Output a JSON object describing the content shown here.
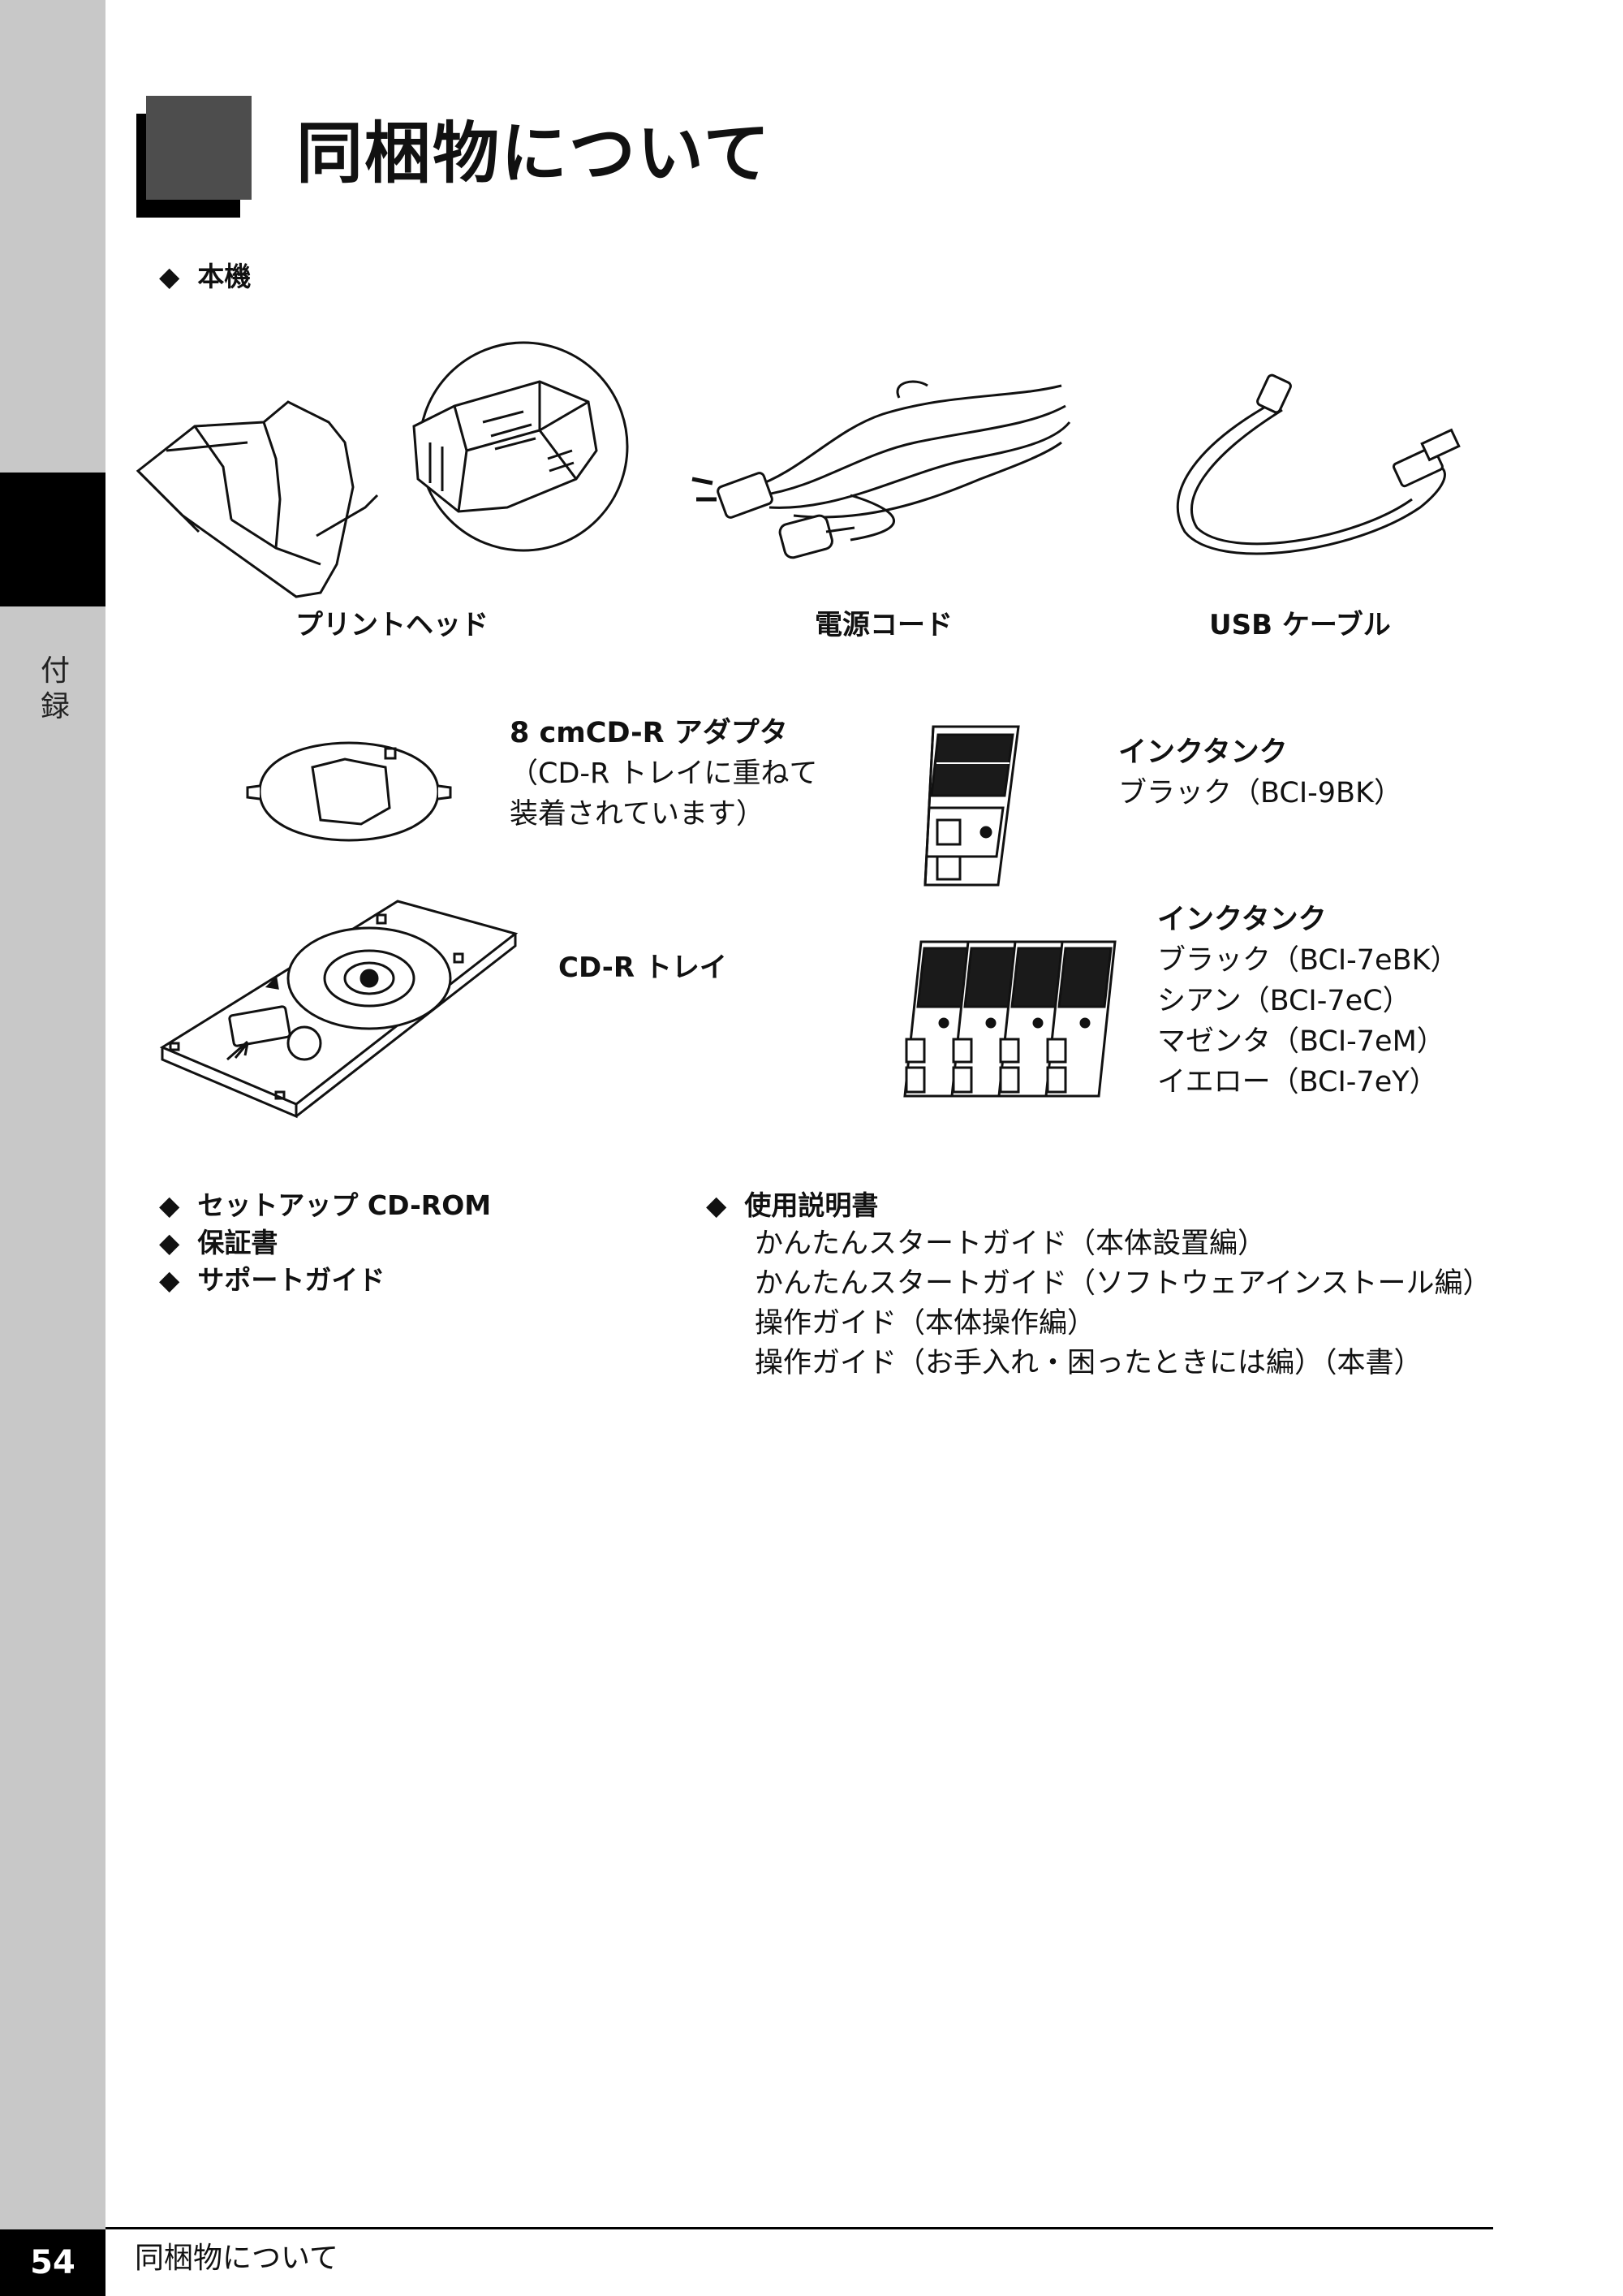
{
  "sidebar": {
    "section_label": "付録"
  },
  "title": "同梱物について",
  "main_unit": {
    "heading": "本機"
  },
  "items": {
    "print_head": "プリントヘッド",
    "power_cord": "電源コード",
    "usb_cable": "USB ケーブル",
    "adapter": {
      "head": "8 cmCD-R アダプタ",
      "lines": [
        "（CD-R トレイに重ねて",
        "装着されています）"
      ]
    },
    "ink_tank_single": {
      "head": "インクタンク",
      "lines": [
        "ブラック（BCI-9BK）"
      ]
    },
    "cd_tray": "CD-R トレイ",
    "ink_tank_multi": {
      "head": "インクタンク",
      "lines": [
        "ブラック（BCI-7eBK）",
        "シアン（BCI-7eC）",
        "マゼンタ（BCI-7eM）",
        "イエロー（BCI-7eY）"
      ]
    }
  },
  "accessories": [
    "セットアップ CD-ROM",
    "保証書",
    "サポートガイド"
  ],
  "manuals": {
    "heading": "使用説明書",
    "lines": [
      "かんたんスタートガイド（本体設置編）",
      "かんたんスタートガイド（ソフトウェアインストール編）",
      "操作ガイド（本体操作編）",
      "操作ガイド（お手入れ・困ったときには編）（本書）"
    ]
  },
  "footer": {
    "page_number": "54",
    "section": "同梱物について"
  },
  "icons": {
    "bullet": "diamond-bullet-icon"
  }
}
